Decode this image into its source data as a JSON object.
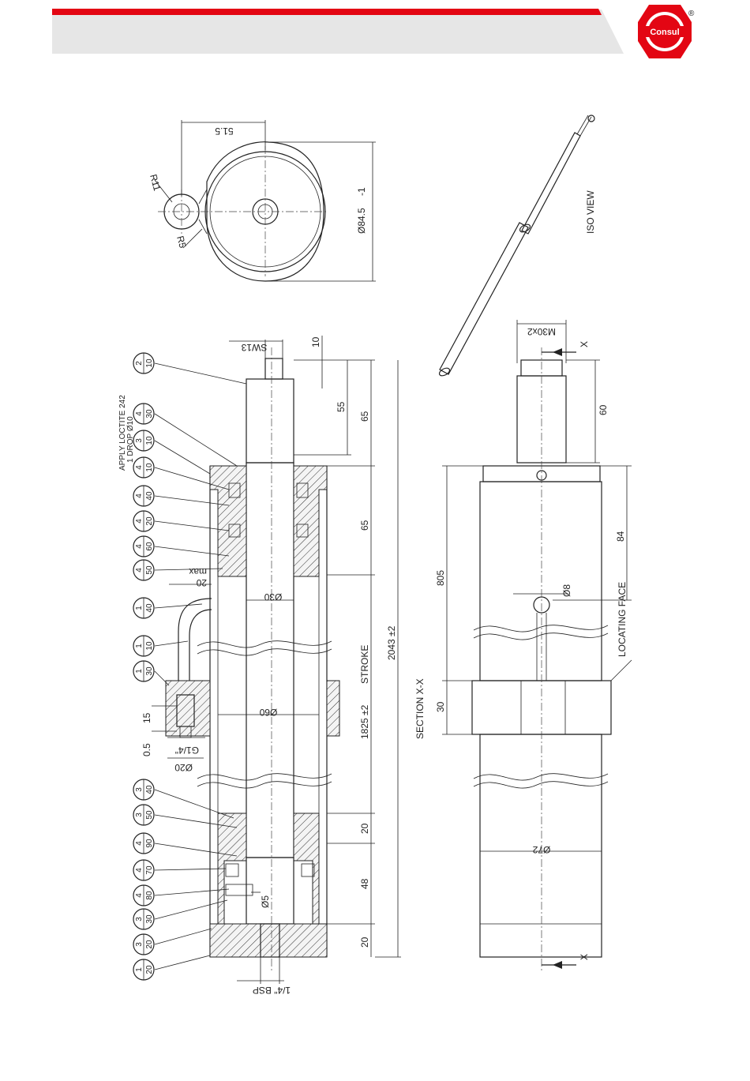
{
  "brand": {
    "logo_text": "Consul",
    "registered_mark": "®",
    "accent_red": "#e30613",
    "header_gray": "#e6e6e6"
  },
  "plan_view": {
    "dim_offset": "51.5",
    "dim_radius_lug": "R11",
    "dim_radius_fillet": "R5",
    "dim_diameter": "Ø84.5",
    "dim_tolerance": "-1"
  },
  "iso_view": {
    "label": "ISO VIEW"
  },
  "section_view": {
    "label": "SECTION X-X",
    "note": "APPLY LOCTITE 242",
    "note2": "1 DROP Ø10",
    "dims": {
      "sw": "SW13",
      "d10": "10",
      "d55": "55",
      "d65a": "65",
      "d65b": "65",
      "d20max": "20",
      "max": "max",
      "dia30": "Ø30",
      "dia60": "Ø60",
      "d15": "15",
      "d05": "0.5",
      "g14": "G1/4\"",
      "dia20": "Ø20",
      "stroke": "1825 ±2",
      "stroke_word": "STROKE",
      "total": "2043 ±2",
      "d20a": "20",
      "d48": "48",
      "d20b": "20",
      "bsp": "1/4\" BSP",
      "dia5": "Ø5"
    },
    "balloons": [
      {
        "top": "2",
        "bottom": "10"
      },
      {
        "top": "4",
        "bottom": "30"
      },
      {
        "top": "3",
        "bottom": "10"
      },
      {
        "top": "4",
        "bottom": "10"
      },
      {
        "top": "4",
        "bottom": "40"
      },
      {
        "top": "4",
        "bottom": "20"
      },
      {
        "top": "4",
        "bottom": "60"
      },
      {
        "top": "4",
        "bottom": "50"
      },
      {
        "top": "1",
        "bottom": "40"
      },
      {
        "top": "1",
        "bottom": "10"
      },
      {
        "top": "1",
        "bottom": "30"
      },
      {
        "top": "3",
        "bottom": "40"
      },
      {
        "top": "3",
        "bottom": "50"
      },
      {
        "top": "4",
        "bottom": "90"
      },
      {
        "top": "4",
        "bottom": "70"
      },
      {
        "top": "4",
        "bottom": "80"
      },
      {
        "top": "3",
        "bottom": "30"
      },
      {
        "top": "3",
        "bottom": "20"
      },
      {
        "top": "1",
        "bottom": "20"
      }
    ]
  },
  "outside_view": {
    "thread": "M30x2",
    "x_mark_top": "X",
    "x_mark_bottom": "X",
    "d60": "60",
    "d805": "805",
    "d84": "84",
    "dia8": "Ø8",
    "locating_face": "LOCATING FACE",
    "d30": "30",
    "dia72": "Ø72"
  }
}
